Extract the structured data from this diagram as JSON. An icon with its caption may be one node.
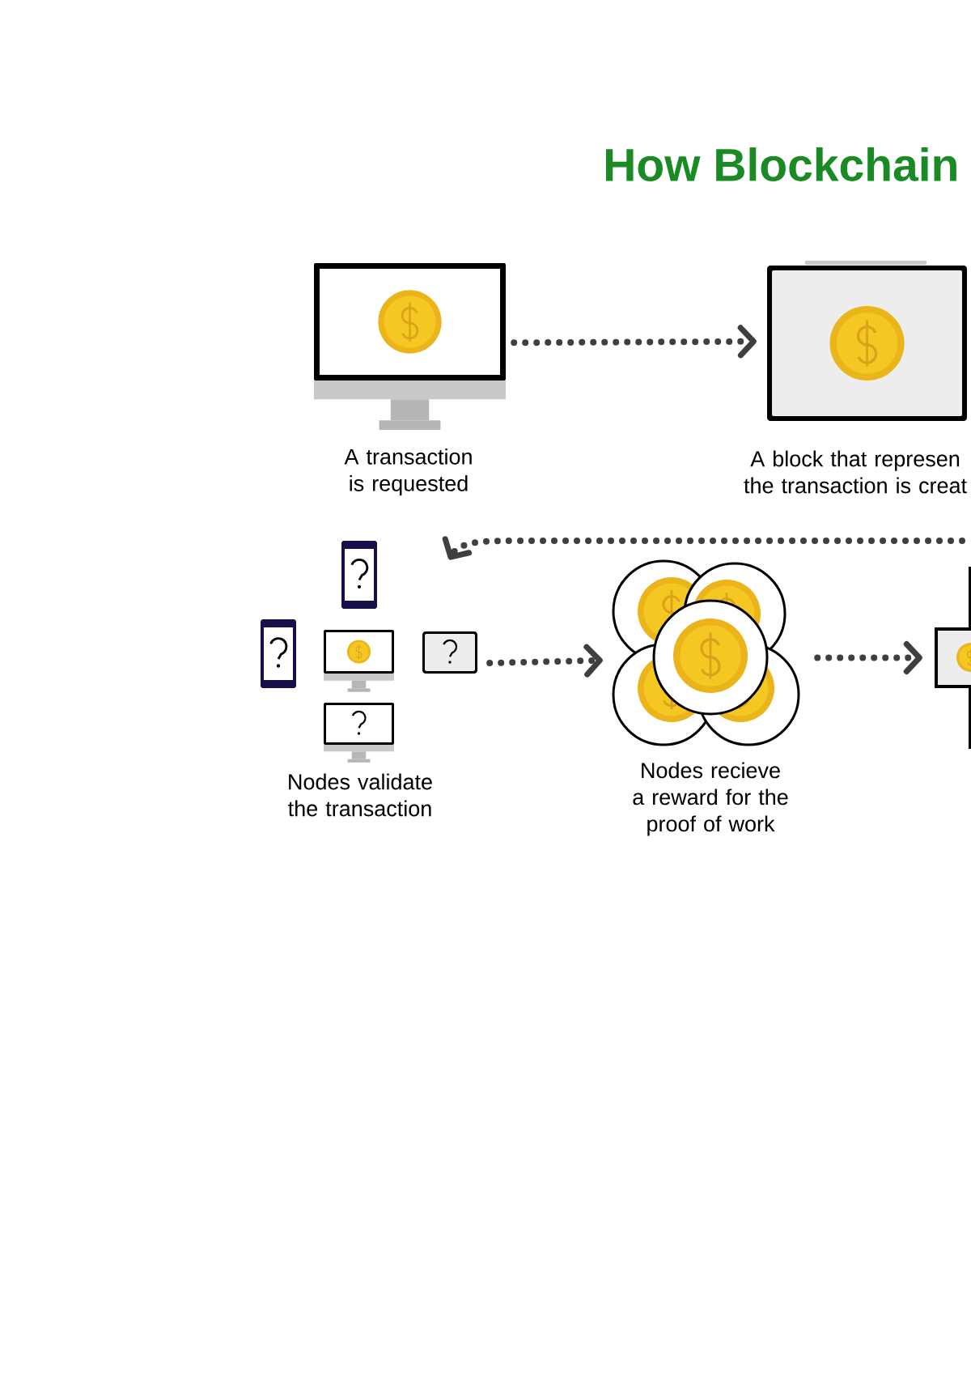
{
  "diagram": {
    "title": "How Blockchain",
    "nodes": [
      {
        "text": [],
        "shape": "picture",
        "beside": [
          "A transaction is requested"
        ]
      },
      {
        "text": [],
        "shape": "picture",
        "beside": [
          "A block that represen the transaction is creat"
        ]
      },
      {
        "text": [],
        "shape": "picture",
        "beside": [
          "Nodes validate the transaction"
        ]
      },
      {
        "text": [],
        "shape": "picture",
        "beside": [
          "Nodes recieve a reward for the proof of work"
        ]
      },
      {
        "text": [],
        "shape": "picture"
      }
    ],
    "edges": [
      {
        "from": 0,
        "to": 1,
        "arrow": "to"
      },
      {
        "from": null,
        "to": 2,
        "arrow": "to"
      },
      {
        "from": 2,
        "to": 3,
        "arrow": "to"
      },
      {
        "from": 3,
        "to": 4,
        "arrow": "to"
      }
    ]
  }
}
